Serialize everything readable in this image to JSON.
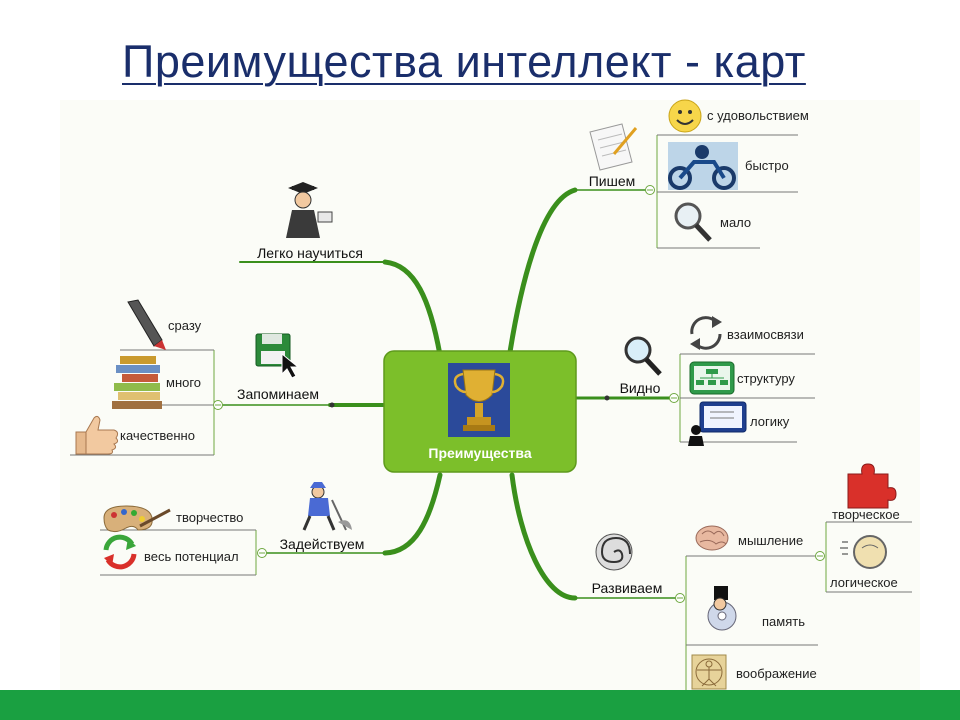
{
  "title": "Преимущества интеллект -  карт",
  "center": {
    "label": "Преимущества"
  },
  "branches": {
    "learn": {
      "label": "Легко научиться"
    },
    "remember": {
      "label": "Запоминаем",
      "items": [
        "сразу",
        "много",
        "качественно"
      ]
    },
    "engage": {
      "label": "Задействуем",
      "items": [
        "творчество",
        "весь потенциал"
      ]
    },
    "write": {
      "label": "Пишем",
      "items": [
        "с удовольствием",
        "быстро",
        "мало"
      ]
    },
    "see": {
      "label": "Видно",
      "items": [
        "взаимосвязи",
        "структуру",
        "логику"
      ]
    },
    "develop": {
      "label": "Развиваем",
      "items": [
        "мышление",
        "память",
        "воображение"
      ],
      "thinking": [
        "творческое",
        "логическое"
      ]
    }
  },
  "colors": {
    "branch": "#3a8f1c",
    "center_fill": "#7cbf2a",
    "title": "#1a2e6b",
    "bottom_bar": "#1aa041"
  },
  "icons": [
    "graduate-icon",
    "floppy-disk-icon",
    "pen-icon",
    "books-icon",
    "thumbs-up-icon",
    "palette-icon",
    "recycle-icon",
    "worker-icon",
    "trophy-icon",
    "notepad-icon",
    "smiley-icon",
    "motorcycle-icon",
    "magnifier-icon",
    "arrows-icon",
    "org-chart-icon",
    "presentation-icon",
    "spiral-icon",
    "brain-icon",
    "puzzle-icon",
    "head-icon",
    "cd-icon",
    "vitruvian-icon"
  ]
}
